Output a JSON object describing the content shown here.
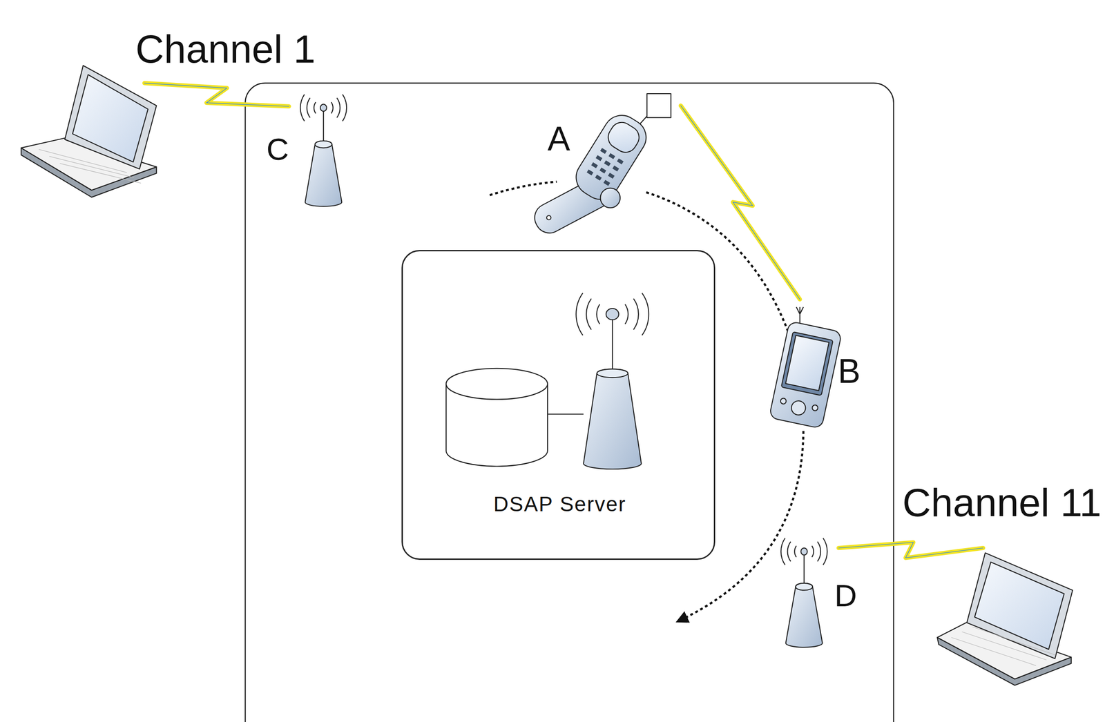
{
  "diagram": {
    "nodes": [
      {
        "text": [
          "DSAP Server"
        ]
      }
    ],
    "labels": [
      "Channel 1",
      "Channel 11",
      "A",
      "B",
      "C",
      "D"
    ]
  }
}
